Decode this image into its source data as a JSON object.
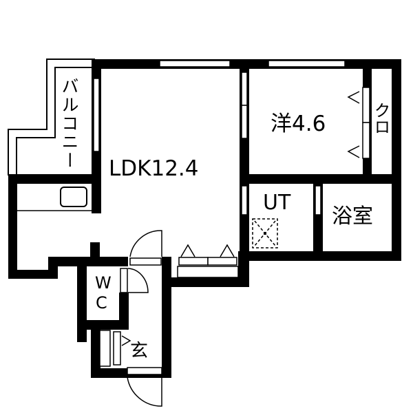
{
  "floorplan": {
    "rooms": {
      "balcony": {
        "label": "バルコニー"
      },
      "ldk": {
        "label": "LDK12.4",
        "name": "LDK",
        "size_jo": "12.4"
      },
      "western_room": {
        "label": "洋4.6",
        "name": "洋",
        "size_jo": "4.6"
      },
      "closet": {
        "label": "クロ"
      },
      "utility": {
        "label": "UT"
      },
      "bathroom": {
        "label": "浴室"
      },
      "toilet": {
        "label": "WC",
        "line1": "W",
        "line2": "C"
      },
      "entrance": {
        "label": "玄"
      }
    },
    "colors": {
      "wall": "#000000",
      "background": "#ffffff"
    }
  }
}
